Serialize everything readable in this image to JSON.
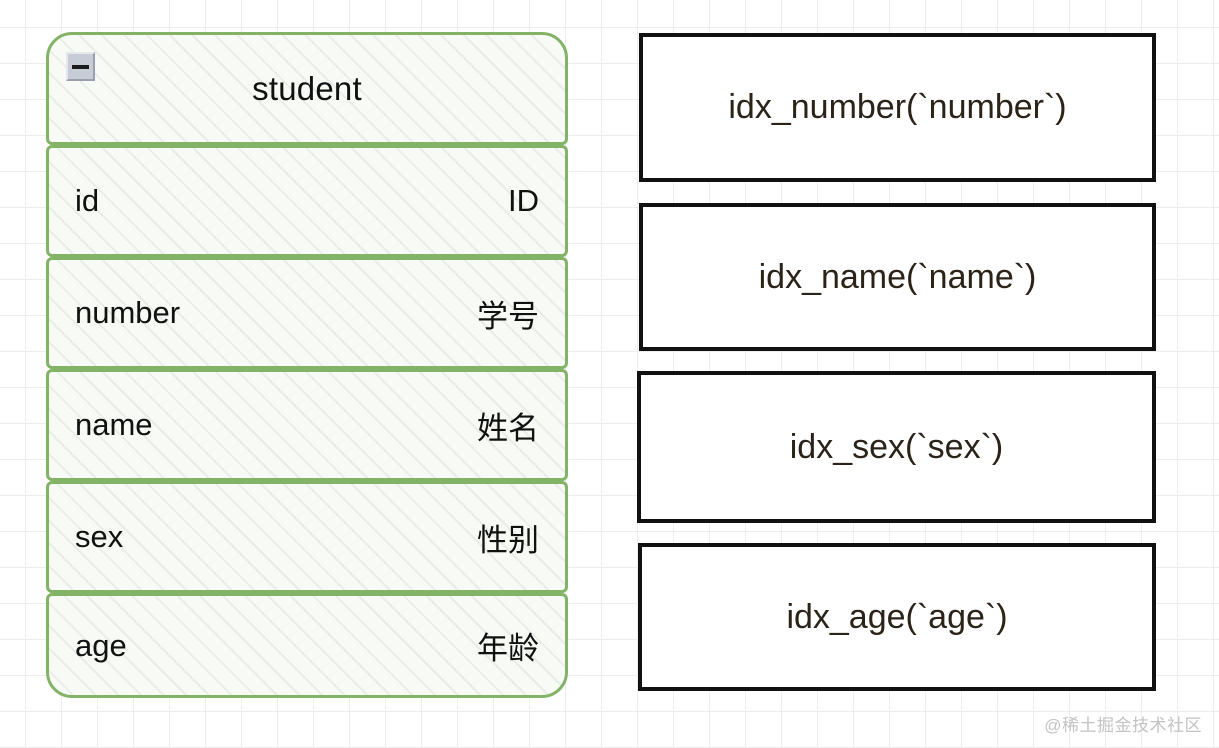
{
  "canvas": {
    "background_color": "#ffffff",
    "grid_color": "#ededed"
  },
  "er_table": {
    "name": "student",
    "border_color": "#82b366",
    "fill_color": "#f7faf5",
    "collapse_icon": "minus-icon",
    "columns_header": {
      "name_col": "",
      "desc_col": ""
    },
    "rows": [
      {
        "name": "id",
        "desc": "ID"
      },
      {
        "name": "number",
        "desc": "学号"
      },
      {
        "name": "name",
        "desc": "姓名"
      },
      {
        "name": "sex",
        "desc": "性别"
      },
      {
        "name": "age",
        "desc": "年龄"
      }
    ]
  },
  "indexes": {
    "border_color": "#111111",
    "text_color": "#2c2318",
    "items": [
      {
        "label": "idx_number(`number`)"
      },
      {
        "label": "idx_name(`name`)"
      },
      {
        "label": "idx_sex(`sex`)"
      },
      {
        "label": "idx_age(`age`)"
      }
    ]
  },
  "watermark": {
    "text": "@稀土掘金技术社区"
  }
}
